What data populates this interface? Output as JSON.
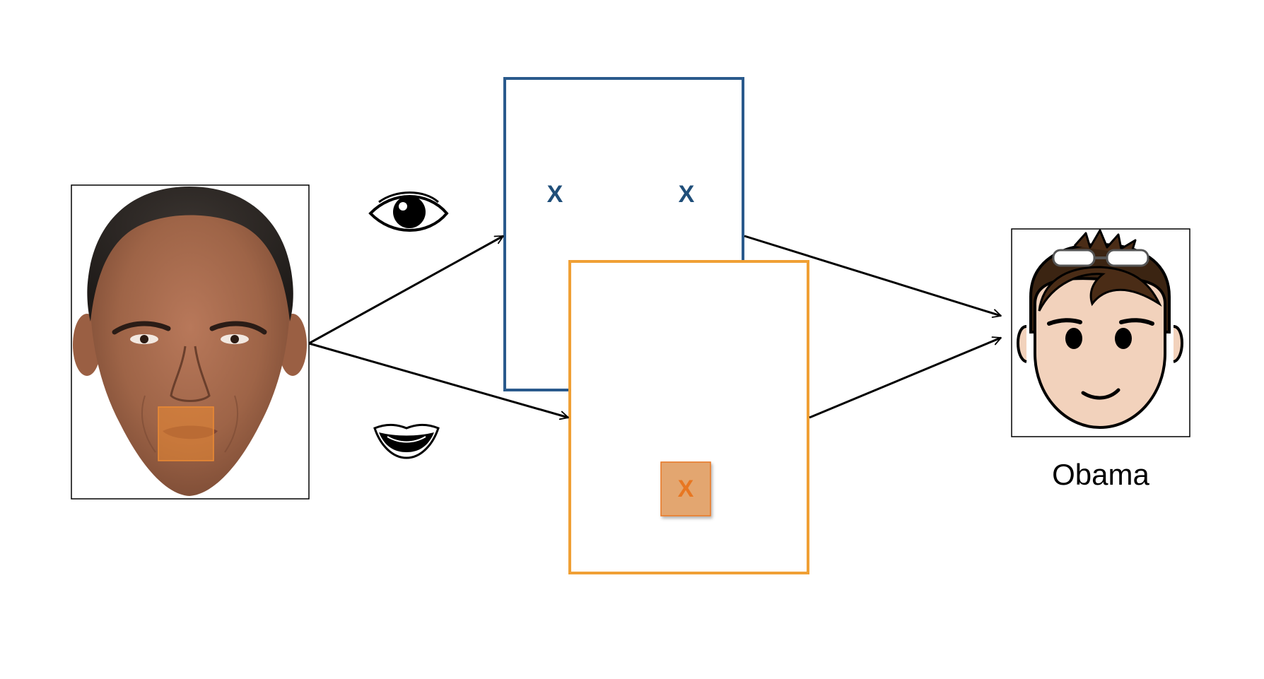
{
  "diagram": {
    "input_photo": {
      "description_label": "",
      "highlight_color": "#ED8B33"
    },
    "icons": {
      "eye": "eye-icon",
      "mouth": "mouth-icon"
    },
    "eye_map": {
      "border_color": "#2A5A8C",
      "marks": [
        "X",
        "X"
      ],
      "mark_color": "#1F4E79"
    },
    "mouth_map": {
      "border_color": "#F0A035",
      "marks": [
        "X"
      ],
      "mark_color": "#E87722",
      "mark_fill": "#E3A66F"
    },
    "output": {
      "avatar": "cartoon-face-icon",
      "label": "Obama"
    }
  }
}
